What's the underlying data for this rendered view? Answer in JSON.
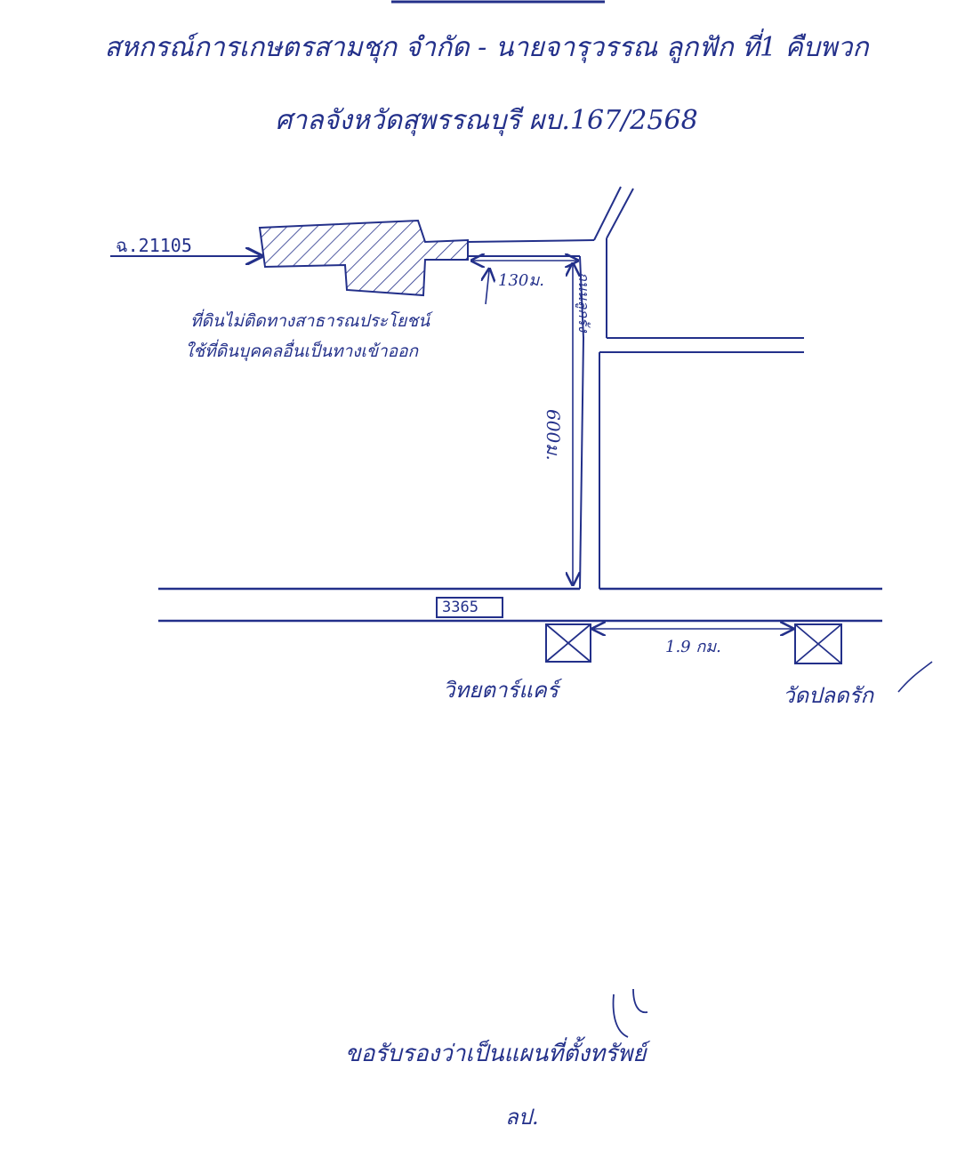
{
  "title": {
    "line1": "สหกรณ์การเกษตรสามชุก จำกัด - นายจารุวรรณ ลูกฟัก ที่1 คืบพวก",
    "line2": "ศาลจังหวัดสุพรรณบุรี   ผบ.167/2568"
  },
  "map": {
    "deed_label": "ฉ.21105",
    "distance_130": "130ม.",
    "distance_600": "600ม.",
    "distance_19": "1.9 กม.",
    "side_road_label": "ถนนลูกรัง",
    "highway_label": "3365",
    "landmark_left": "วิทยตาร์แคร์",
    "landmark_right": "วัดปลดรัก",
    "note_line1": "ที่ดินไม่ติดทางสาธารณประโยชน์",
    "note_line2": "ใช้ที่ดินบุคคลอื่นเป็นทางเข้าออก"
  },
  "footer": {
    "line1": "ขอรับรองว่าเป็นแผนที่ตั้งทรัพย์",
    "initials": "ลป."
  },
  "colors": {
    "ink": "#23308a"
  }
}
